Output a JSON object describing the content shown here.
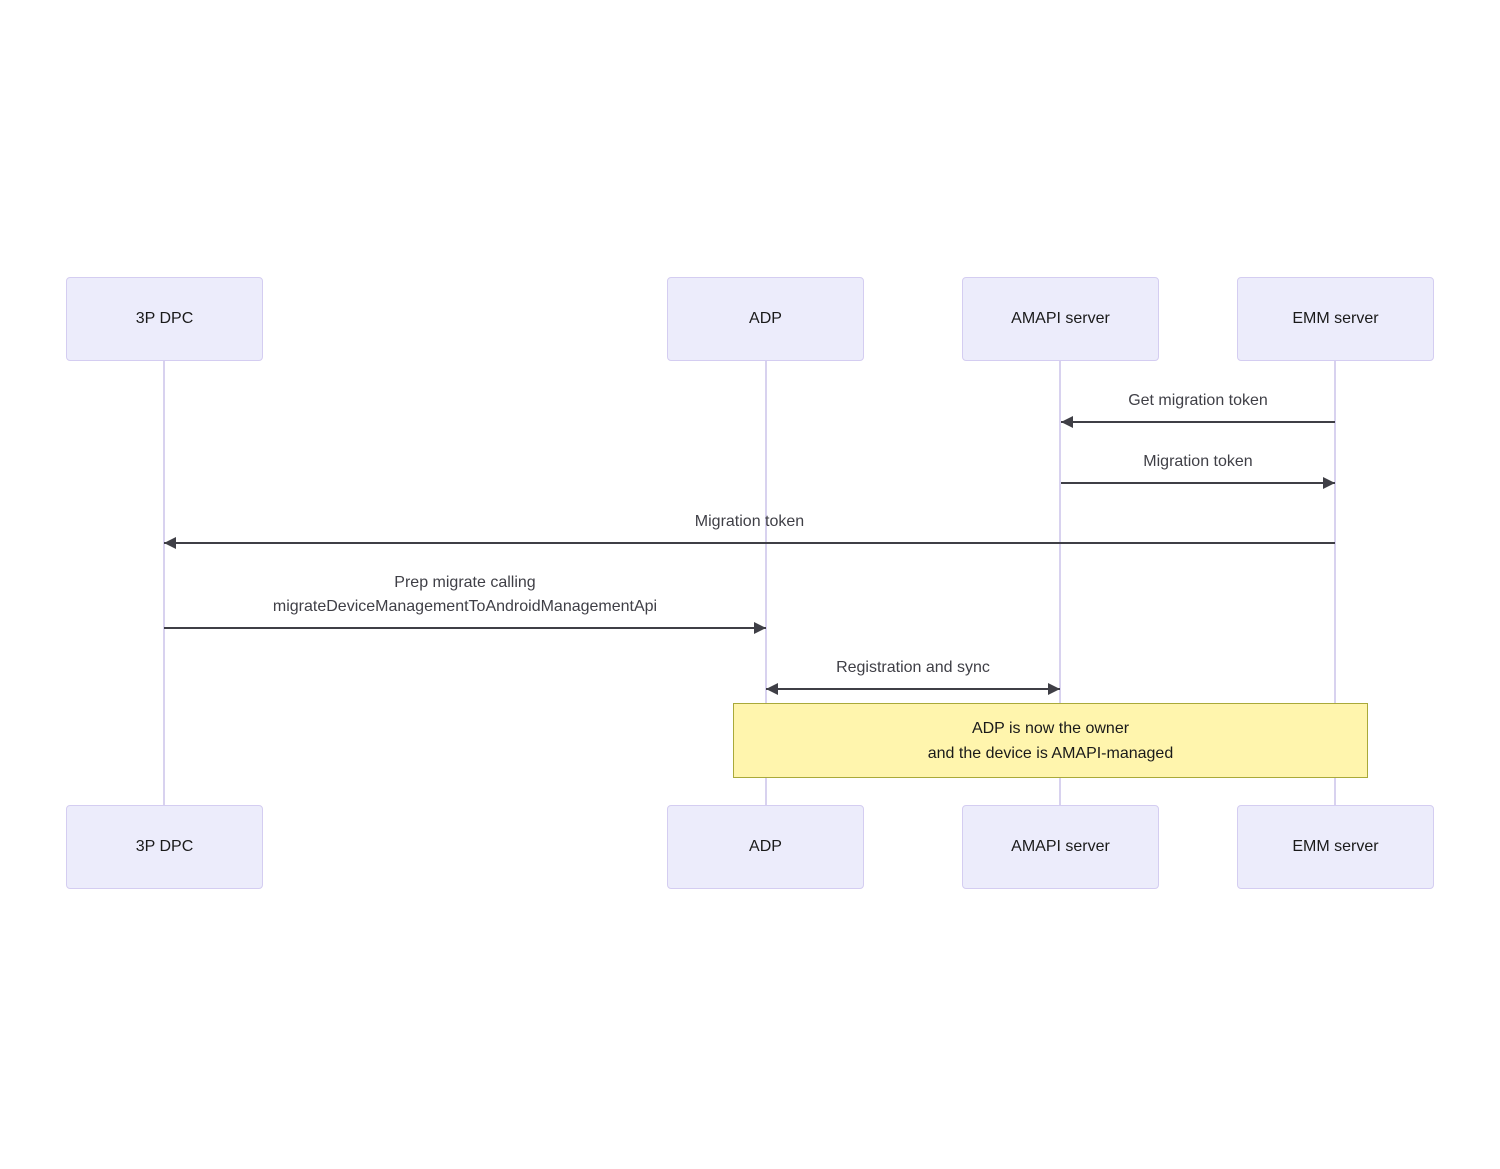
{
  "diagram_type": "sequence-diagram",
  "actors": [
    {
      "id": "3p-dpc",
      "label": "3P DPC"
    },
    {
      "id": "adp",
      "label": "ADP"
    },
    {
      "id": "amapi-server",
      "label": "AMAPI server"
    },
    {
      "id": "emm-server",
      "label": "EMM server"
    }
  ],
  "messages": [
    {
      "label": "Get migration token",
      "from": "EMM server",
      "to": "AMAPI server",
      "arrow": "left"
    },
    {
      "label": "Migration token",
      "from": "AMAPI server",
      "to": "EMM server",
      "arrow": "right"
    },
    {
      "label": "Migration token",
      "from": "EMM server",
      "to": "3P DPC",
      "arrow": "left"
    },
    {
      "lines": [
        "Prep migrate calling",
        "migrateDeviceManagementToAndroidManagementApi"
      ],
      "from": "3P DPC",
      "to": "ADP",
      "arrow": "right"
    },
    {
      "label": "Registration and sync",
      "from": "ADP",
      "to": "AMAPI server",
      "arrow": "both"
    }
  ],
  "note": {
    "lines": [
      "ADP is now the owner",
      "and the device is AMAPI-managed"
    ],
    "over": [
      "ADP",
      "EMM server"
    ]
  },
  "colors": {
    "actor_fill": "#ECECFB",
    "actor_border": "#D4CDF1",
    "lifeline": "#D8D2EF",
    "arrow": "#3F3F46",
    "message_text": "#3F3F46",
    "note_fill": "#FFF5AD",
    "note_border": "#A9A93A",
    "note_text": "#1A1A1A"
  }
}
